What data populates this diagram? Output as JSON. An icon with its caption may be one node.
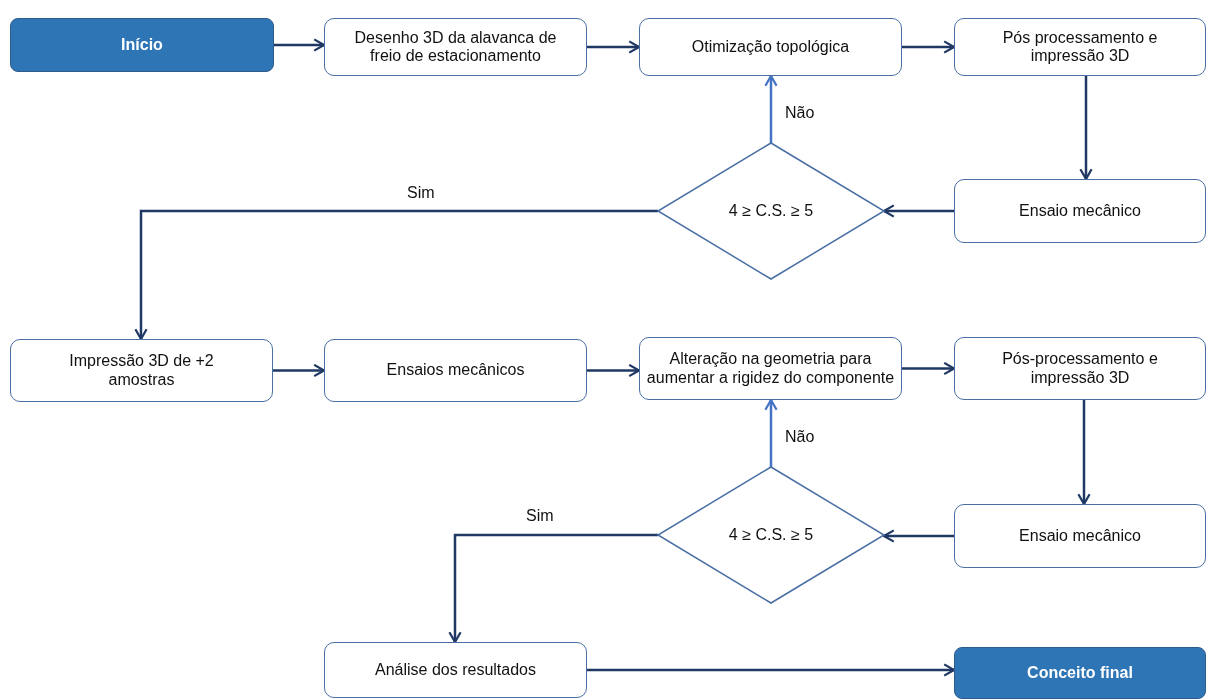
{
  "diagram": {
    "nodes": [
      {
        "text": [
          "Início"
        ]
      },
      {
        "text": [
          "Desenho 3D da alavanca de freio de estacionamento"
        ]
      },
      {
        "text": [
          "Otimização topológica"
        ]
      },
      {
        "text": [
          "Pós processamento e impressão 3D"
        ]
      },
      {
        "text": [
          "4 ≥ C.S. ≥ 5"
        ]
      },
      {
        "text": [
          "Ensaio mecânico"
        ]
      },
      {
        "text": [
          "Impressão 3D de +2 amostras"
        ]
      },
      {
        "text": [
          "Ensaios mecânicos"
        ]
      },
      {
        "text": [
          "Alteração na geometria para aumentar a rigidez do componente"
        ]
      },
      {
        "text": [
          "Pós-processamento e impressão 3D"
        ]
      },
      {
        "text": [
          "4 ≥ C.S. ≥ 5"
        ]
      },
      {
        "text": [
          "Ensaio mecânico"
        ]
      },
      {
        "text": [
          "Análise dos resultados"
        ]
      },
      {
        "text": [
          "Conceito final"
        ]
      }
    ],
    "edges": [
      {
        "from": 0,
        "to": 1,
        "arrow": "to"
      },
      {
        "from": 1,
        "to": 2,
        "arrow": "to"
      },
      {
        "from": 2,
        "to": 3,
        "arrow": "to"
      },
      {
        "from": 3,
        "to": 5,
        "arrow": "to"
      },
      {
        "from": 5,
        "to": 4,
        "arrow": "to"
      },
      {
        "from": 4,
        "to": 2,
        "arrow": "to",
        "label": "Não",
        "color": "#4472c4"
      },
      {
        "from": 4,
        "to": 6,
        "arrow": "to",
        "label": "Sim"
      },
      {
        "from": 6,
        "to": 7,
        "arrow": "to"
      },
      {
        "from": 7,
        "to": 8,
        "arrow": "to"
      },
      {
        "from": 8,
        "to": 9,
        "arrow": "to"
      },
      {
        "from": 9,
        "to": 11,
        "arrow": "to"
      },
      {
        "from": 11,
        "to": 10,
        "arrow": "to"
      },
      {
        "from": 10,
        "to": 8,
        "arrow": "to",
        "label": "Não",
        "color": "#4472c4"
      },
      {
        "from": 10,
        "to": 12,
        "arrow": "to",
        "label": "Sim"
      },
      {
        "from": 12,
        "to": 13,
        "arrow": "to"
      }
    ]
  }
}
